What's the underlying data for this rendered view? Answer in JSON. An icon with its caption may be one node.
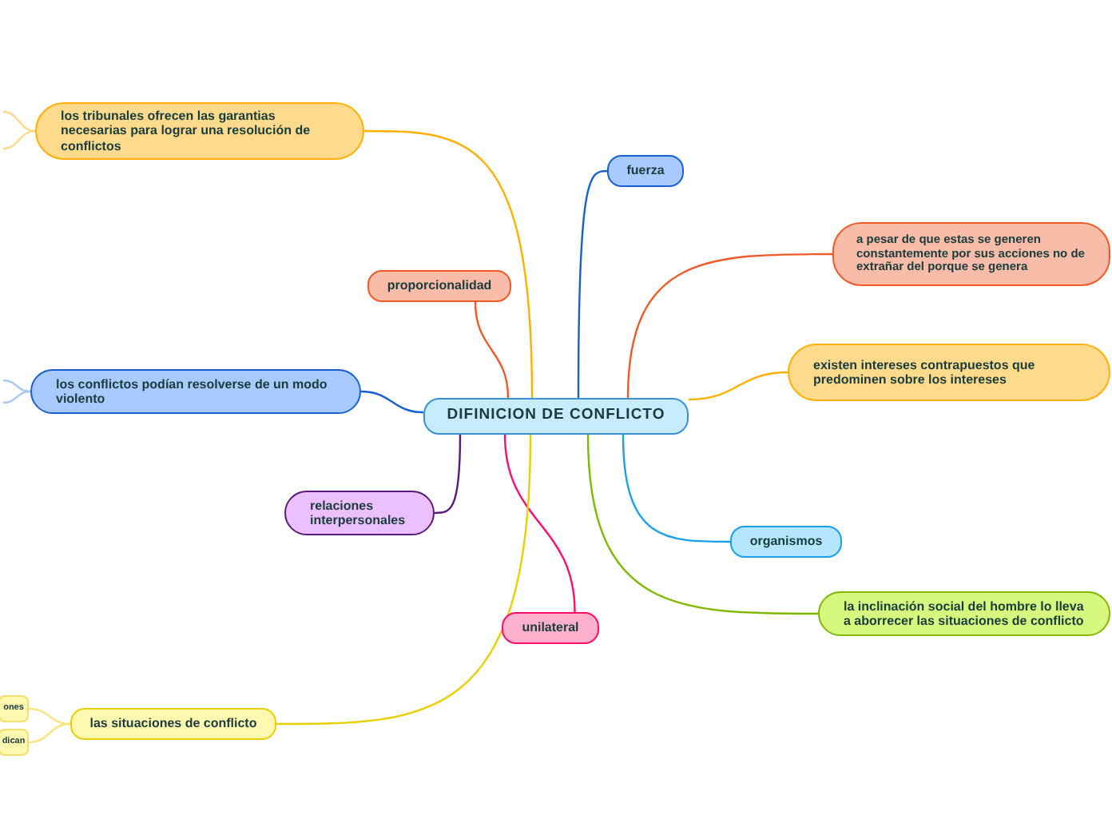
{
  "diagram": {
    "nodes": [
      {
        "text": [
          "DIFINICION DE CONFLICTO"
        ]
      },
      {
        "text": [
          "fuerza"
        ]
      },
      {
        "text": [
          "proporcionalidad"
        ]
      },
      {
        "text": [
          "los tribunales ofrecen las garantias necesarias para lograr una resolución de conflictos"
        ]
      },
      {
        "text": [
          "los conflictos podían resolverse de un modo violento"
        ]
      },
      {
        "text": [
          "relaciones interpersonales"
        ]
      },
      {
        "text": [
          "unilateral"
        ]
      },
      {
        "text": [
          "las situaciones de conflicto"
        ]
      },
      {
        "text": [
          "ones"
        ]
      },
      {
        "text": [
          "dican"
        ]
      },
      {
        "text": [
          "a pesar de que estas se generen constantemente por sus acciones no de extrañar del porque se genera"
        ]
      },
      {
        "text": [
          "existen intereses contrapuestos que predominen sobre los intereses"
        ]
      },
      {
        "text": [
          "organismos"
        ]
      },
      {
        "text": [
          "la inclinación social del hombre lo lleva a aborrecer las situaciones de conflicto"
        ]
      }
    ],
    "edges": [
      {
        "from": 0,
        "to": 1,
        "arrow": "none",
        "color": "#1a5fd0"
      },
      {
        "from": 0,
        "to": 2,
        "arrow": "none",
        "color": "#f05a28"
      },
      {
        "from": 0,
        "to": 3,
        "arrow": "none",
        "color": "#ffb000"
      },
      {
        "from": 0,
        "to": 4,
        "arrow": "none",
        "color": "#1a5fd0"
      },
      {
        "from": 0,
        "to": 5,
        "arrow": "none",
        "color": "#5a1a7a"
      },
      {
        "from": 0,
        "to": 6,
        "arrow": "none",
        "color": "#ff0f6a"
      },
      {
        "from": 0,
        "to": 7,
        "arrow": "none",
        "color": "#e8d000"
      },
      {
        "from": 0,
        "to": 10,
        "arrow": "none",
        "color": "#f05a28"
      },
      {
        "from": 0,
        "to": 11,
        "arrow": "none",
        "color": "#ffb000"
      },
      {
        "from": 0,
        "to": 12,
        "arrow": "none",
        "color": "#1aa0e8"
      },
      {
        "from": 0,
        "to": 13,
        "arrow": "none",
        "color": "#80b800"
      },
      {
        "from": 7,
        "to": 8,
        "arrow": "none",
        "color": "#f5e680"
      },
      {
        "from": 7,
        "to": 9,
        "arrow": "none",
        "color": "#f5e680"
      },
      {
        "from": 3,
        "to": null,
        "arrow": "none",
        "color": "#fcd98a"
      },
      {
        "from": 3,
        "to": null,
        "arrow": "none",
        "color": "#fcd98a"
      },
      {
        "from": 4,
        "to": null,
        "arrow": "none",
        "color": "#a8c8f8"
      },
      {
        "from": 4,
        "to": null,
        "arrow": "none",
        "color": "#a8c8f8"
      }
    ]
  }
}
